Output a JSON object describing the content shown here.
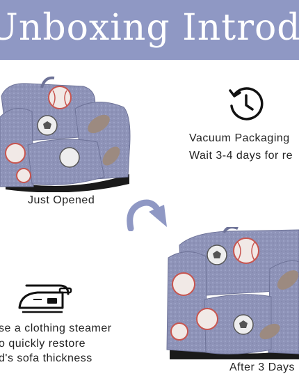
{
  "banner": {
    "title": "Unboxing Introductio"
  },
  "steps": {
    "opened_label": "Just Opened",
    "vacuum_line1": "Vacuum Packaging",
    "vacuum_line2": "Wait 3-4 days for re",
    "steamer_line1": "se a clothing steamer",
    "steamer_line2": "o quickly restore",
    "steamer_line3": "d's sofa thickness",
    "after_label": "After 3 Days"
  },
  "icons": {
    "clock": "clock-icon",
    "iron": "iron-icon",
    "arrow": "curved-arrow-icon"
  },
  "colors": {
    "banner": "#8f98c4",
    "arrow": "#8f98c4",
    "sofa_fabric": "#8e93b8",
    "ball_red": "#c8554f"
  }
}
